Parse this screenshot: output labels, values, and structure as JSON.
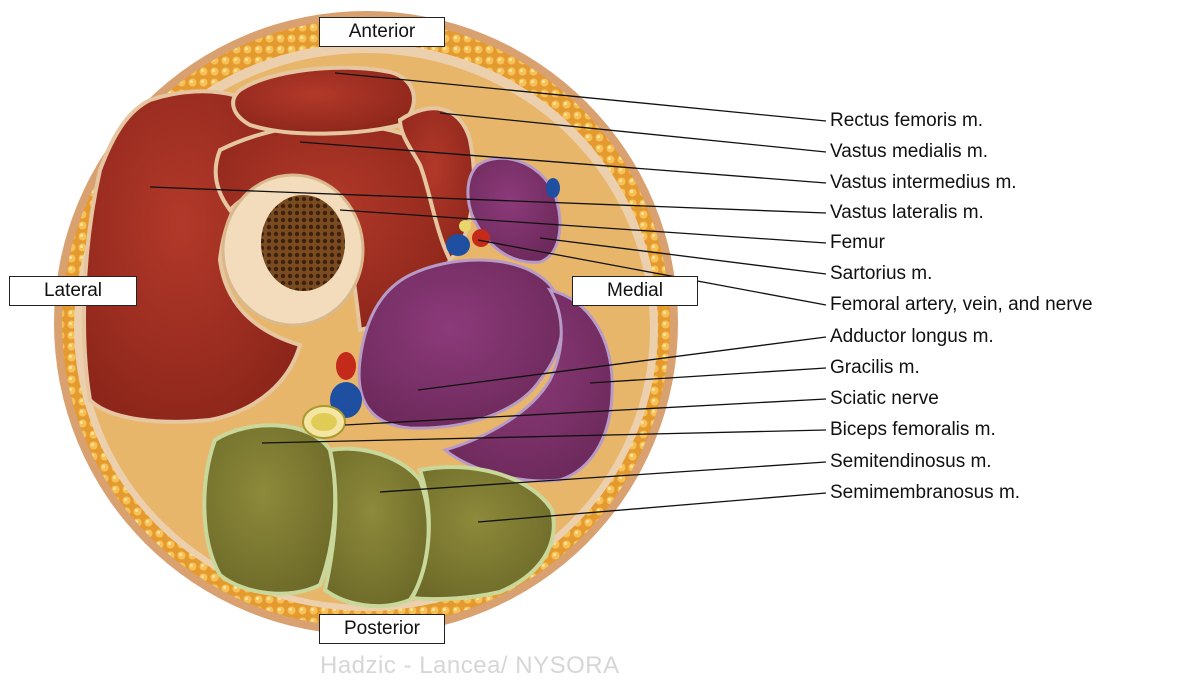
{
  "orientation": {
    "anterior": "Anterior",
    "lateral": "Lateral",
    "medial": "Medial",
    "posterior": "Posterior"
  },
  "structures": [
    {
      "id": "rectus-femoris",
      "label": "Rectus femoris m."
    },
    {
      "id": "vastus-medialis",
      "label": "Vastus medialis m."
    },
    {
      "id": "vastus-intermedius",
      "label": "Vastus intermedius m."
    },
    {
      "id": "vastus-lateralis",
      "label": "Vastus lateralis m."
    },
    {
      "id": "femur",
      "label": "Femur"
    },
    {
      "id": "sartorius",
      "label": "Sartorius m."
    },
    {
      "id": "femoral-neurovascular",
      "label": "Femoral artery, vein, and nerve"
    },
    {
      "id": "adductor-longus",
      "label": "Adductor longus m."
    },
    {
      "id": "gracilis",
      "label": "Gracilis m."
    },
    {
      "id": "sciatic-nerve",
      "label": "Sciatic nerve"
    },
    {
      "id": "biceps-femoralis",
      "label": "Biceps femoralis m."
    },
    {
      "id": "semitendinosus",
      "label": "Semitendinosus m."
    },
    {
      "id": "semimembranosus",
      "label": "Semimembranosus m."
    }
  ],
  "watermark": "Hadzic - Lancea/ NYSORA",
  "colors": {
    "fat": "#eba53c",
    "anterior_muscle": "#9a2c1e",
    "adductor_muscle": "#7a3168",
    "hamstring_muscle": "#7d7a33",
    "fascia": "#e9c9a4",
    "bone_cortex": "#f2d9b8",
    "marrow": "#5a3416",
    "artery": "#c42a1a",
    "vein": "#1f4fa0",
    "nerve": "#e8d66a"
  }
}
